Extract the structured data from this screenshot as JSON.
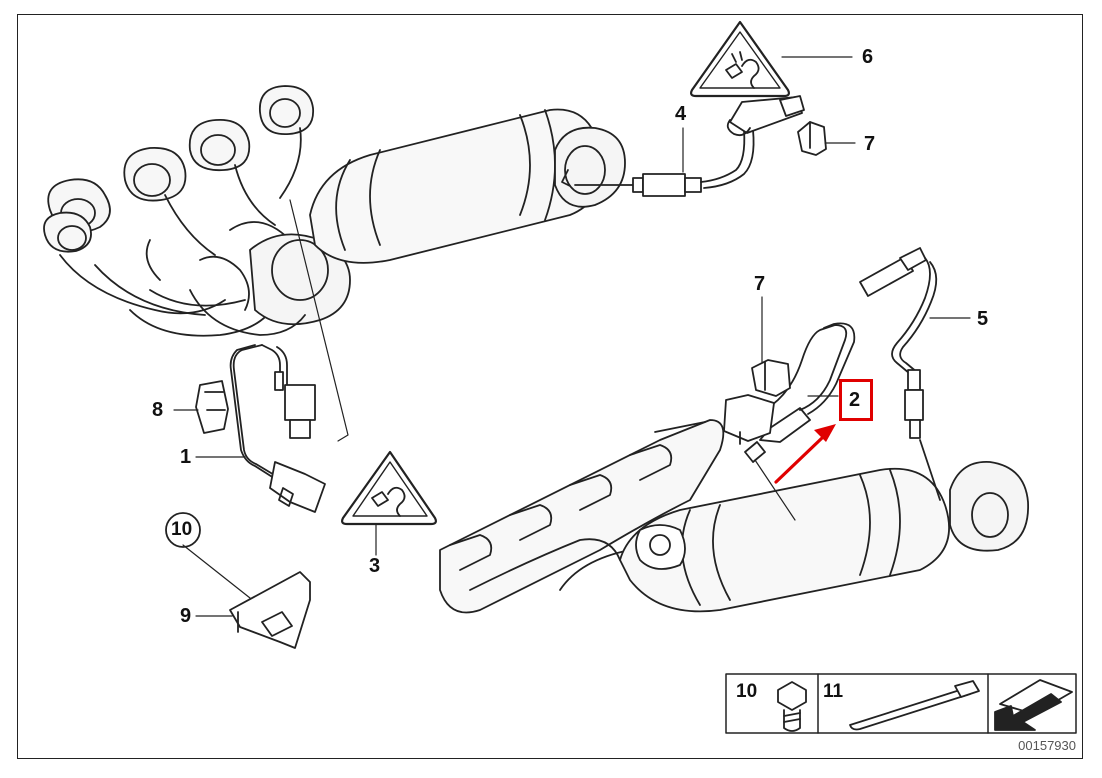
{
  "diagram": {
    "labels": {
      "p1": "1",
      "p2": "2",
      "p3": "3",
      "p4": "4",
      "p5": "5",
      "p6": "6",
      "p7a": "7",
      "p7b": "7",
      "p8": "8",
      "p9": "9",
      "p10": "10"
    },
    "legend": {
      "item10": "10",
      "item11": "11"
    },
    "document_number": "00157930",
    "highlight_color": "#e00000"
  }
}
